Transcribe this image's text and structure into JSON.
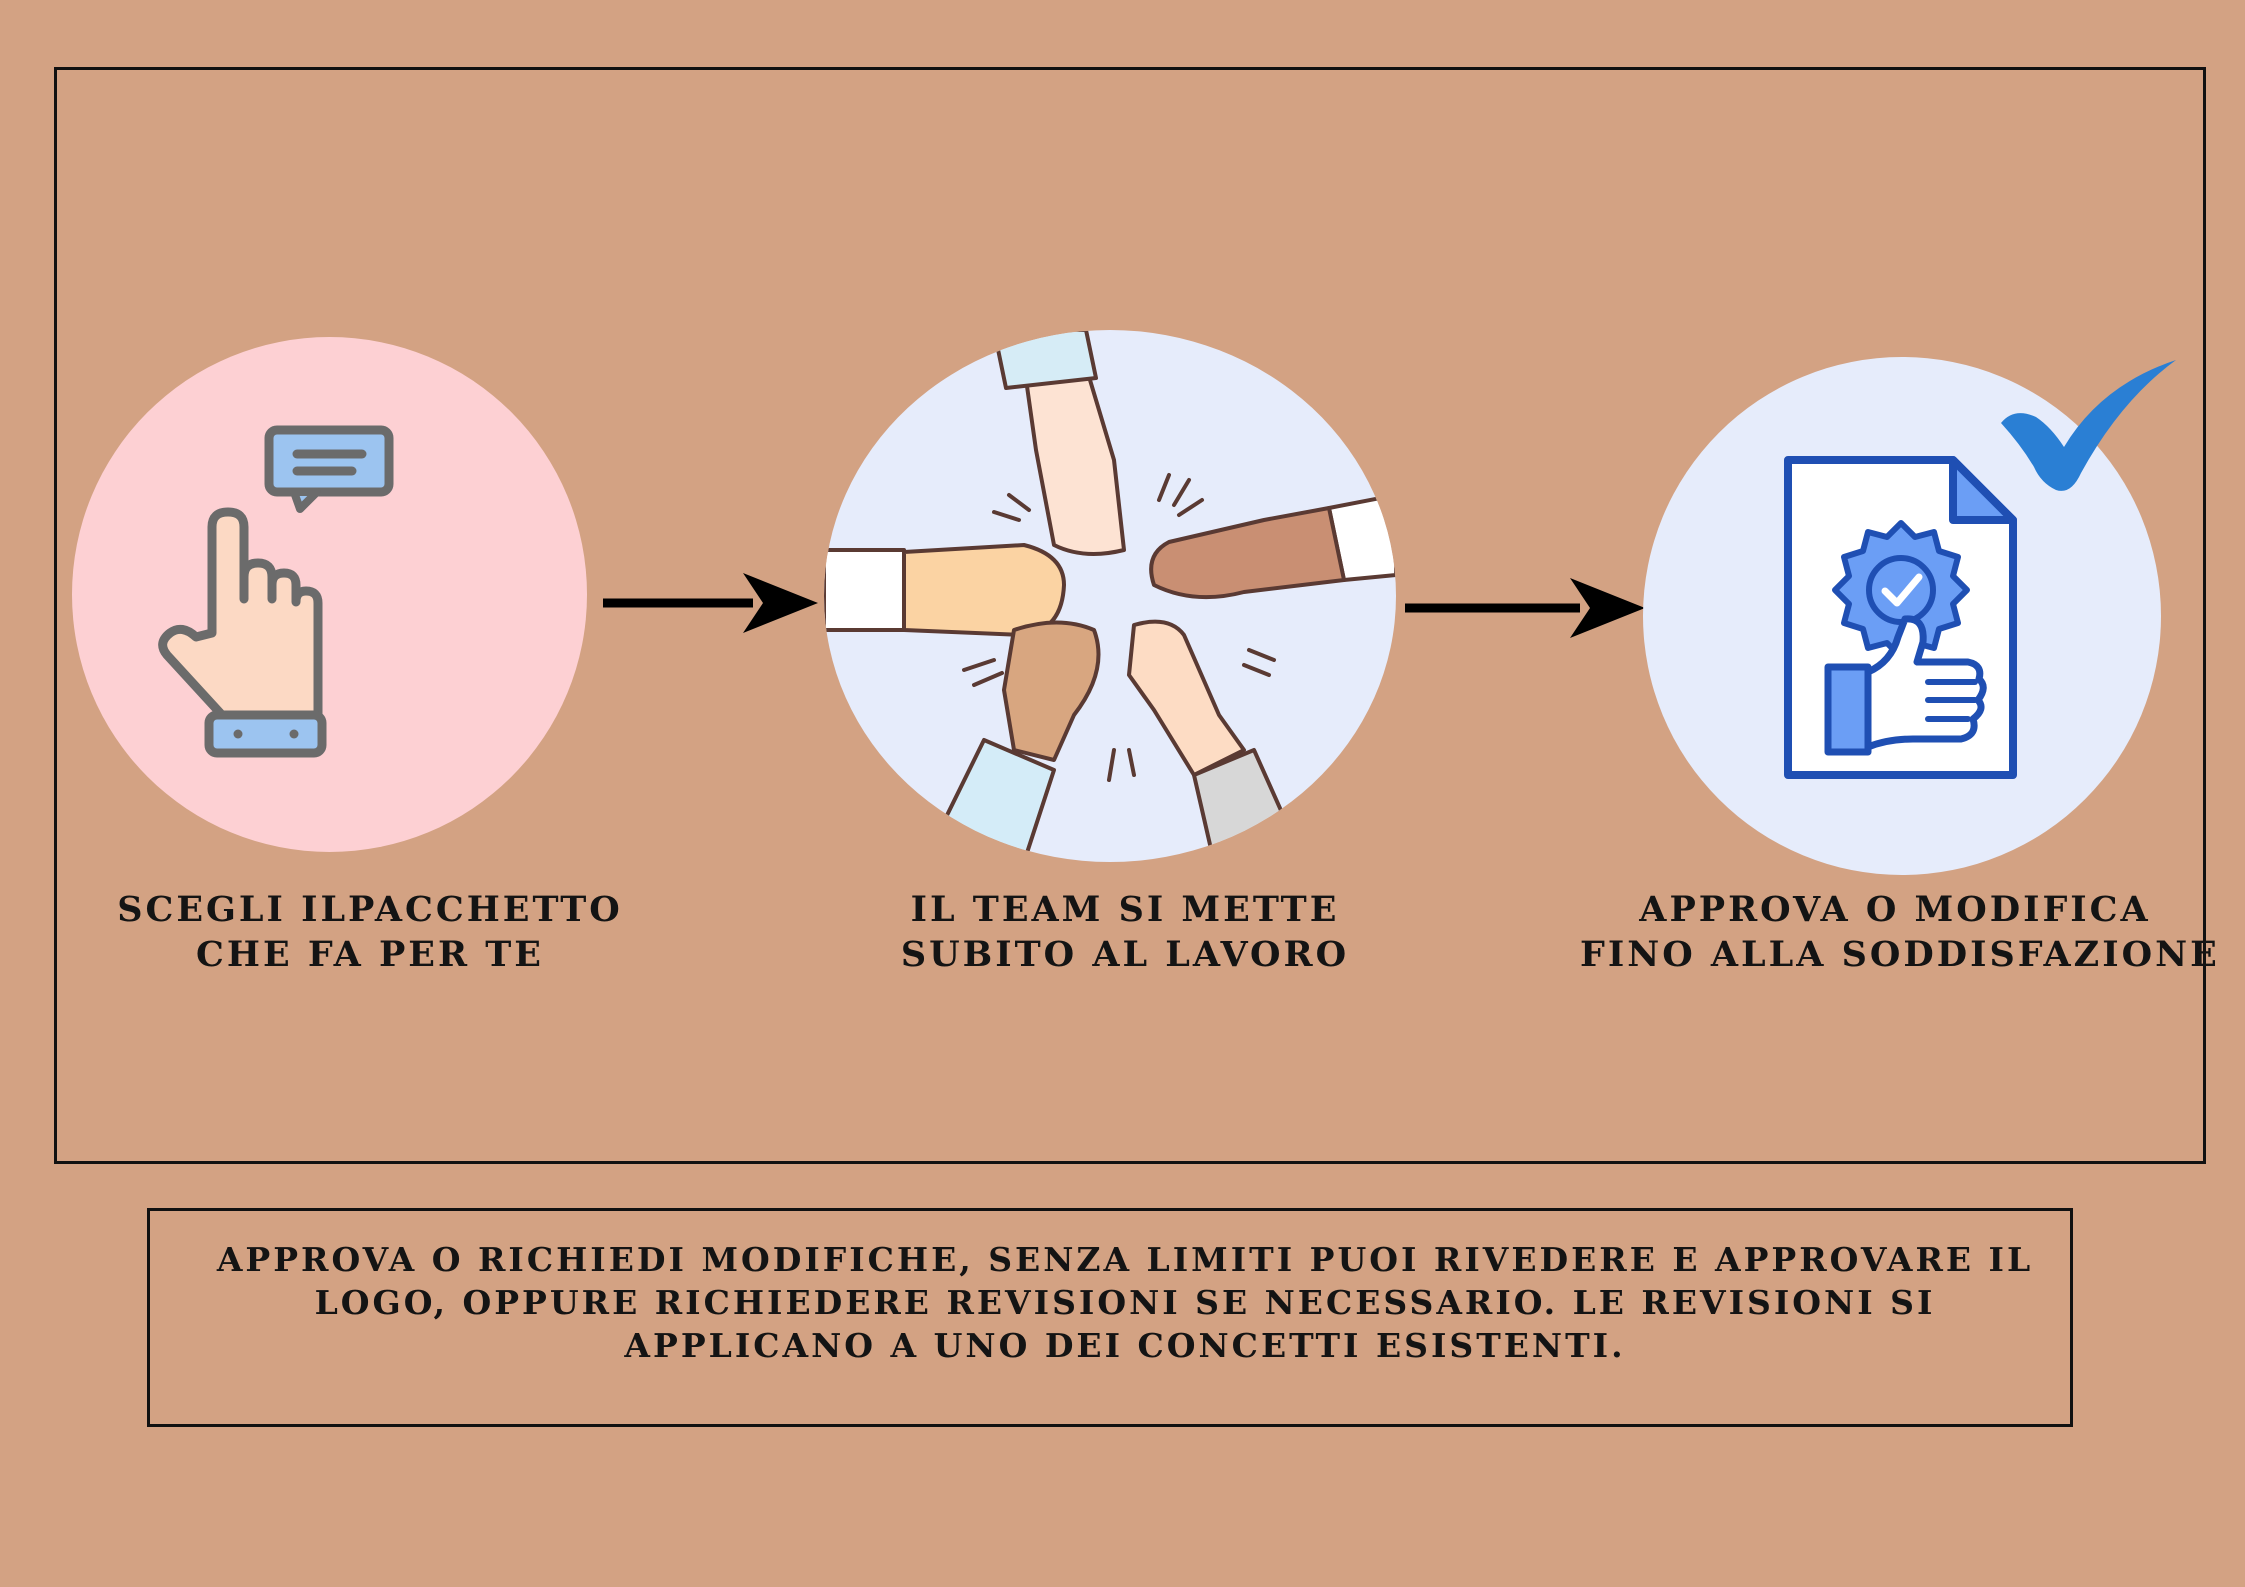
{
  "steps": [
    {
      "line1": "SCEGLI  ILPACCHETTO",
      "line2": "CHE FA PER TE",
      "icon": "pointing-hand-chat-icon",
      "circle_color": "#fdd0d3"
    },
    {
      "line1": "IL TEAM SI METTE",
      "line2": "SUBITO AL LAVORO",
      "icon": "team-fist-bump-illustration",
      "circle_color": "#e6ecfb"
    },
    {
      "line1": "APPROVA O MODIFICA",
      "line2": "FINO ALLA  SODDISFAZIONE",
      "icon": "approved-document-thumbs-up-icon",
      "circle_color": "#e6ecfb"
    }
  ],
  "note": {
    "line1": "APPROVA O RICHIEDI MODIFICHE, SENZA LIMITI PUOI RIVEDERE E APPROVARE IL",
    "line2": "LOGO, OPPURE RICHIEDERE REVISIONI SE NECESSARIO. LE REVISIONI SI",
    "line3": "APPLICANO A UNO DEI CONCETTI ESISTENTI."
  },
  "colors": {
    "background": "#d3a283",
    "text": "#141414",
    "accent_blue": "#2a7fd4",
    "icon_blue": "#1f4fb3"
  }
}
